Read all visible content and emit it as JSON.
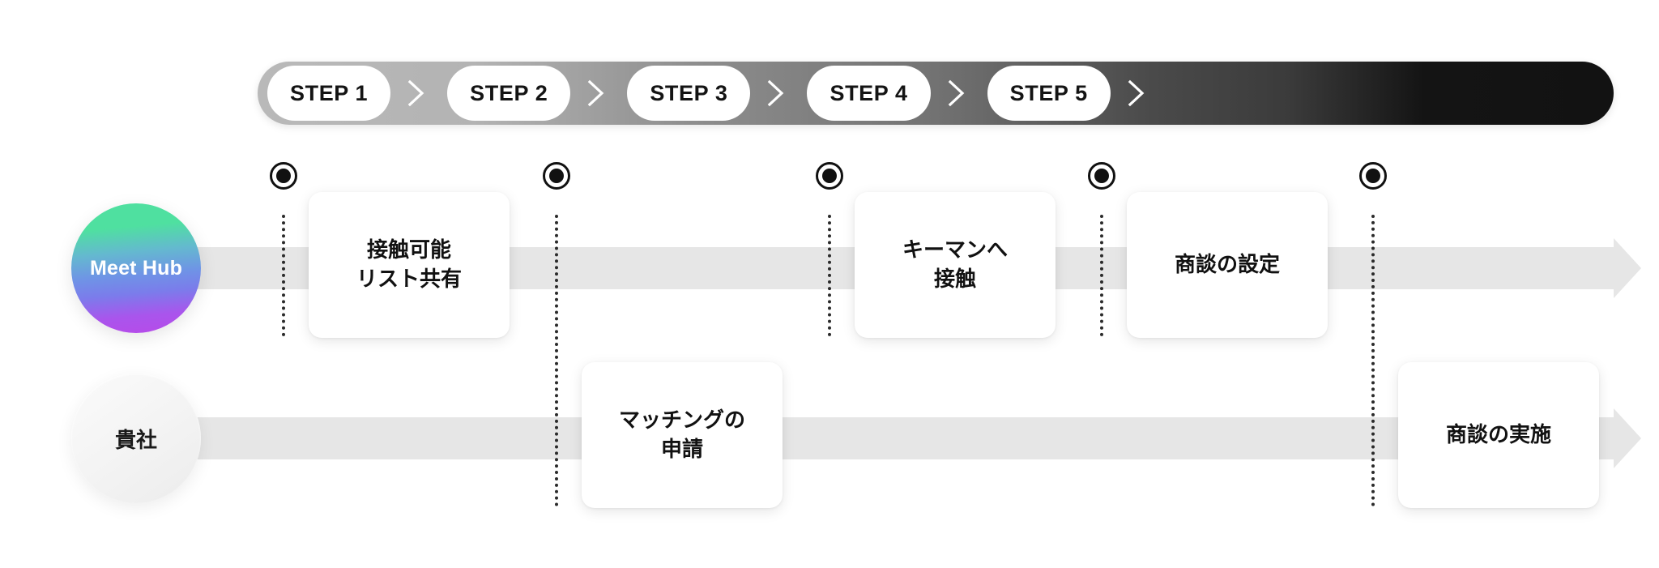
{
  "step_bar": {
    "steps": [
      {
        "label": "STEP 1"
      },
      {
        "label": "STEP 2"
      },
      {
        "label": "STEP 3"
      },
      {
        "label": "STEP 4"
      },
      {
        "label": "STEP 5"
      }
    ],
    "chevron_icon": "chevron-right-icon",
    "gradient_from": "#b9b9b9",
    "gradient_to": "#121212"
  },
  "lanes": [
    {
      "role": "Meet Hub",
      "role_gradient": [
        "#4fe0a0",
        "#6f93e6",
        "#b84ae9"
      ],
      "track_color": "#e6e6e6"
    },
    {
      "role": "貴社",
      "role_gradient": [
        "#fbfbfb",
        "#ececec"
      ],
      "track_color": "#e6e6e6"
    }
  ],
  "cards": {
    "meet_hub": [
      {
        "step": "STEP 1",
        "text": "接触可能\nリスト共有"
      },
      {
        "step": "STEP 3",
        "text": "キーマンへ\n接触"
      },
      {
        "step": "STEP 4",
        "text": "商談の設定"
      }
    ],
    "client": [
      {
        "step": "STEP 2",
        "text": "マッチングの\n申請"
      },
      {
        "step": "STEP 5",
        "text": "商談の実施"
      }
    ]
  },
  "markers": [
    {
      "step": "STEP 1"
    },
    {
      "step": "STEP 2"
    },
    {
      "step": "STEP 3"
    },
    {
      "step": "STEP 4"
    },
    {
      "step": "STEP 5"
    }
  ]
}
